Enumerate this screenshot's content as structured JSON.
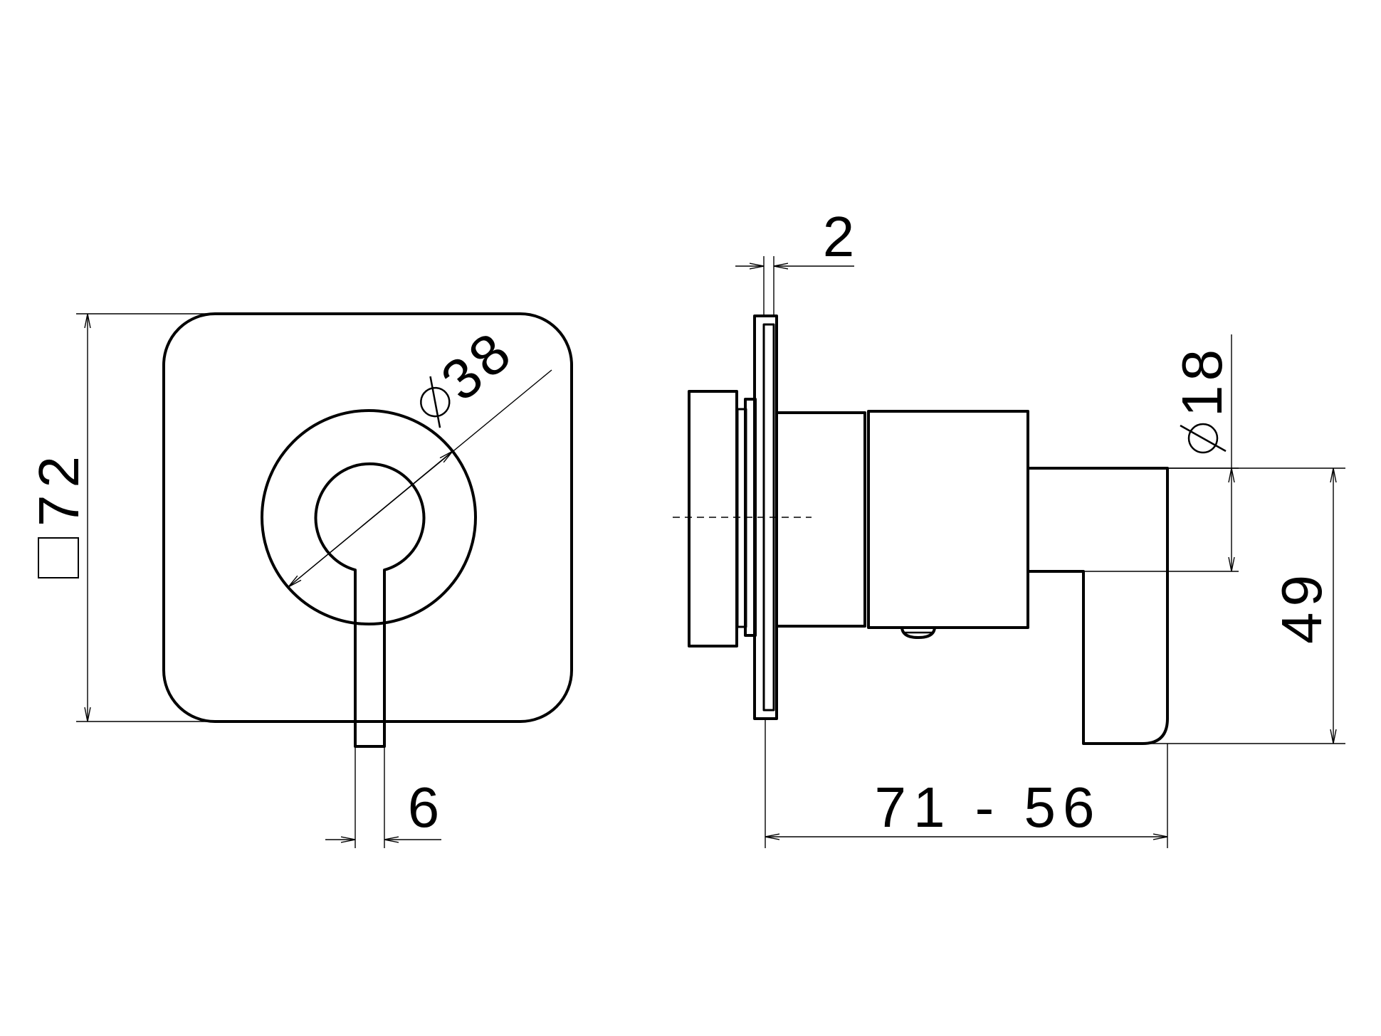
{
  "colors": {
    "line": "#000000",
    "background": "#ffffff"
  },
  "dimensions": {
    "plate_size": "72",
    "plate_size_symbol": "square",
    "rosette_diameter": "38",
    "lever_width": "6",
    "plate_thickness": "2",
    "body_diameter": "18",
    "lever_height": "49",
    "projection": "71 - 56"
  }
}
